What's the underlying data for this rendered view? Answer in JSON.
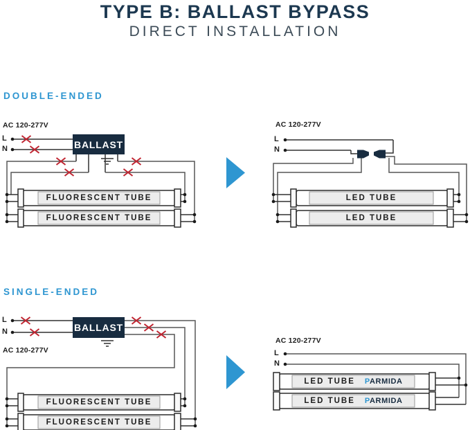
{
  "header": {
    "title": "TYPE B: BALLAST BYPASS",
    "subtitle": "DIRECT INSTALLATION"
  },
  "sections": {
    "double_ended": {
      "label": "DOUBLE-ENDED"
    },
    "single_ended": {
      "label": "SINGLE-ENDED"
    }
  },
  "labels": {
    "ac_voltage": "AC 120-277V",
    "line": "L",
    "neutral": "N",
    "ballast": "BALLAST",
    "fluorescent_tube": "FLUORESCENT TUBE",
    "led_tube": "LED TUBE",
    "brand_p": "P",
    "brand_rest": "ARMIDA"
  },
  "icons": {
    "arrow": "arrow-right-icon",
    "ground": "ground-icon",
    "x_mark": "x-mark-icon",
    "wire_connector": "wire-connector-icon",
    "junction": "junction-dot"
  },
  "colors": {
    "navy": "#182c40",
    "title_navy": "#1c3850",
    "subtitle_slate": "#3c4b57",
    "blue": "#2e96d1",
    "red": "#bf2430",
    "wire_dark": "#303030",
    "wire_gray": "#575757",
    "tube_band": "#ececec",
    "text_dark": "#1d1d1d"
  }
}
